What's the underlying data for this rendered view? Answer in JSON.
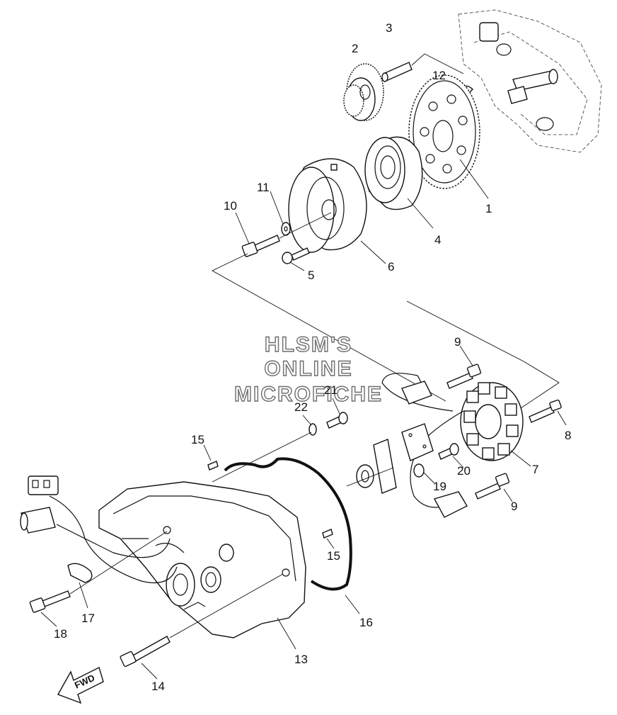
{
  "watermark": {
    "line1": "HLSM'S",
    "line2": "ONLINE",
    "line3": "MICROFICHE"
  },
  "fwd_label": "FWD",
  "callouts": [
    {
      "id": "c1",
      "number": "1"
    },
    {
      "id": "c2",
      "number": "2"
    },
    {
      "id": "c3",
      "number": "3"
    },
    {
      "id": "c4",
      "number": "4"
    },
    {
      "id": "c5",
      "number": "5"
    },
    {
      "id": "c6",
      "number": "6"
    },
    {
      "id": "c7",
      "number": "7"
    },
    {
      "id": "c8",
      "number": "8"
    },
    {
      "id": "c9a",
      "number": "9"
    },
    {
      "id": "c9b",
      "number": "9"
    },
    {
      "id": "c10",
      "number": "10"
    },
    {
      "id": "c11",
      "number": "11"
    },
    {
      "id": "c12",
      "number": "12"
    },
    {
      "id": "c13",
      "number": "13"
    },
    {
      "id": "c14",
      "number": "14"
    },
    {
      "id": "c15a",
      "number": "15"
    },
    {
      "id": "c15b",
      "number": "15"
    },
    {
      "id": "c16",
      "number": "16"
    },
    {
      "id": "c17",
      "number": "17"
    },
    {
      "id": "c18",
      "number": "18"
    },
    {
      "id": "c19",
      "number": "19"
    },
    {
      "id": "c20",
      "number": "20"
    },
    {
      "id": "c21",
      "number": "21"
    },
    {
      "id": "c22",
      "number": "22"
    }
  ]
}
